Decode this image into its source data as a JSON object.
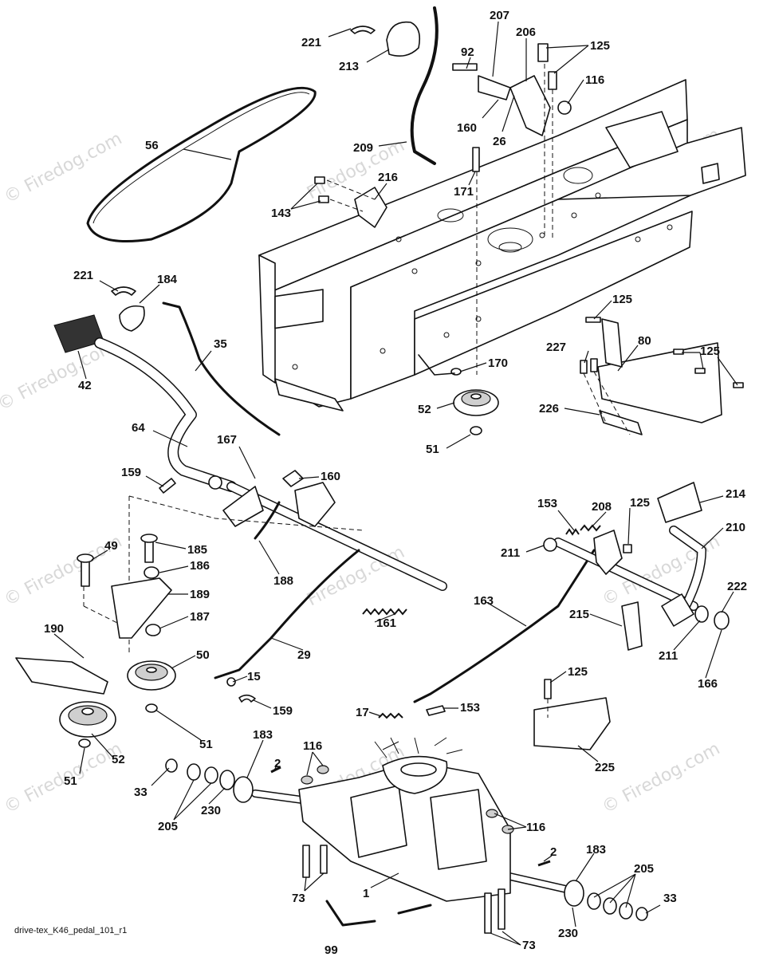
{
  "filename": "drive-tex_K46_pedal_101_r1",
  "watermark_left": "© Firedog.com",
  "watermark_repeat": "© Firedog.com",
  "watermark_plain": "Firedog.com",
  "parts": [
    {
      "id": "p221a",
      "text": "221"
    },
    {
      "id": "p213",
      "text": "213"
    },
    {
      "id": "p92",
      "text": "92"
    },
    {
      "id": "p207",
      "text": "207"
    },
    {
      "id": "p206",
      "text": "206"
    },
    {
      "id": "p125a",
      "text": "125"
    },
    {
      "id": "p116a",
      "text": "116"
    },
    {
      "id": "p160a",
      "text": "160"
    },
    {
      "id": "p26",
      "text": "26"
    },
    {
      "id": "p56",
      "text": "56"
    },
    {
      "id": "p209",
      "text": "209"
    },
    {
      "id": "p171",
      "text": "171"
    },
    {
      "id": "p216",
      "text": "216"
    },
    {
      "id": "p143",
      "text": "143"
    },
    {
      "id": "p221b",
      "text": "221"
    },
    {
      "id": "p184",
      "text": "184"
    },
    {
      "id": "p35",
      "text": "35"
    },
    {
      "id": "p42",
      "text": "42"
    },
    {
      "id": "p125b",
      "text": "125"
    },
    {
      "id": "p227",
      "text": "227"
    },
    {
      "id": "p80",
      "text": "80"
    },
    {
      "id": "p125c",
      "text": "125"
    },
    {
      "id": "p170",
      "text": "170"
    },
    {
      "id": "p52a",
      "text": "52"
    },
    {
      "id": "p226",
      "text": "226"
    },
    {
      "id": "p51a",
      "text": "51"
    },
    {
      "id": "p64",
      "text": "64"
    },
    {
      "id": "p167",
      "text": "167"
    },
    {
      "id": "p160b",
      "text": "160"
    },
    {
      "id": "p159a",
      "text": "159"
    },
    {
      "id": "p153a",
      "text": "153"
    },
    {
      "id": "p208",
      "text": "208"
    },
    {
      "id": "p125d",
      "text": "125"
    },
    {
      "id": "p214",
      "text": "214"
    },
    {
      "id": "p210",
      "text": "210"
    },
    {
      "id": "p49",
      "text": "49"
    },
    {
      "id": "p185",
      "text": "185"
    },
    {
      "id": "p186",
      "text": "186"
    },
    {
      "id": "p211a",
      "text": "211"
    },
    {
      "id": "p189",
      "text": "189"
    },
    {
      "id": "p188",
      "text": "188"
    },
    {
      "id": "p187",
      "text": "187"
    },
    {
      "id": "p161",
      "text": "161"
    },
    {
      "id": "p163",
      "text": "163"
    },
    {
      "id": "p215",
      "text": "215"
    },
    {
      "id": "p222",
      "text": "222"
    },
    {
      "id": "p190",
      "text": "190"
    },
    {
      "id": "p50",
      "text": "50"
    },
    {
      "id": "p29",
      "text": "29"
    },
    {
      "id": "p211b",
      "text": "211"
    },
    {
      "id": "p166",
      "text": "166"
    },
    {
      "id": "p15",
      "text": "15"
    },
    {
      "id": "p125e",
      "text": "125"
    },
    {
      "id": "p159b",
      "text": "159"
    },
    {
      "id": "p17",
      "text": "17"
    },
    {
      "id": "p153b",
      "text": "153"
    },
    {
      "id": "p51b",
      "text": "51"
    },
    {
      "id": "p183a",
      "text": "183"
    },
    {
      "id": "p116b",
      "text": "116"
    },
    {
      "id": "p225",
      "text": "225"
    },
    {
      "id": "p52b",
      "text": "52"
    },
    {
      "id": "p2a",
      "text": "2"
    },
    {
      "id": "p51c",
      "text": "51"
    },
    {
      "id": "p33a",
      "text": "33"
    },
    {
      "id": "p205a",
      "text": "205"
    },
    {
      "id": "p230a",
      "text": "230"
    },
    {
      "id": "p116c",
      "text": "116"
    },
    {
      "id": "p2b",
      "text": "2"
    },
    {
      "id": "p183b",
      "text": "183"
    },
    {
      "id": "p1",
      "text": "1"
    },
    {
      "id": "p205b",
      "text": "205"
    },
    {
      "id": "p73a",
      "text": "73"
    },
    {
      "id": "p33b",
      "text": "33"
    },
    {
      "id": "p73b",
      "text": "73"
    },
    {
      "id": "p230b",
      "text": "230"
    },
    {
      "id": "p99",
      "text": "99"
    }
  ]
}
